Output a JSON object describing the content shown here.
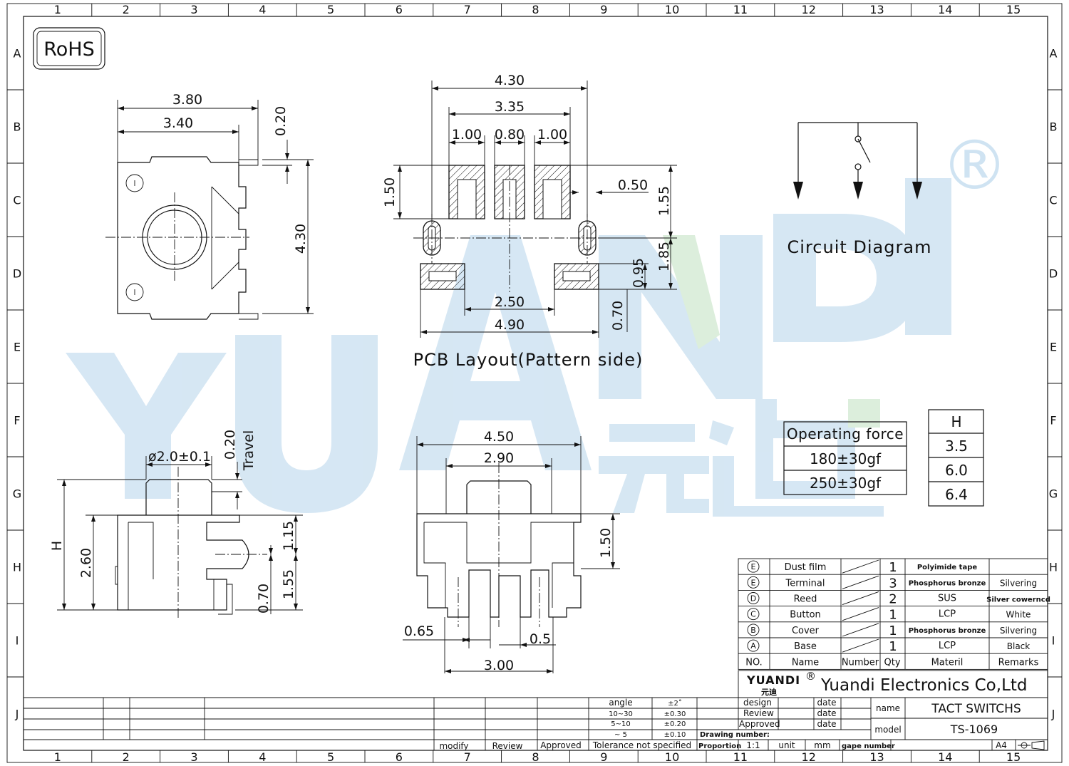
{
  "rohs": "RoHS",
  "registered_mark": "®",
  "watermark": {
    "latin": "YUANDI",
    "chinese": "元迪"
  },
  "border": {
    "col_labels": [
      "1",
      "2",
      "3",
      "4",
      "5",
      "6",
      "7",
      "8",
      "9",
      "10",
      "11",
      "12",
      "13",
      "14",
      "15"
    ],
    "row_labels": [
      "A",
      "B",
      "C",
      "D",
      "E",
      "F",
      "G",
      "H",
      "I",
      "J"
    ]
  },
  "top_view": {
    "width_outer": "3.80",
    "width_inner": "3.40",
    "pin_offset": "0.20",
    "height": "4.30"
  },
  "pcb_layout": {
    "title": "PCB Layout(Pattern side)",
    "overall": "4.30",
    "span": "3.35",
    "pad_w1": "1.00",
    "pad_gap": "0.80",
    "pad_w2": "1.00",
    "pad_h": "1.50",
    "slot_w": "0.50",
    "pad_to_center": "1.55",
    "center_to_lower": "1.85",
    "lower_h": "0.95",
    "lower_gap": "2.50",
    "lower_span": "4.90",
    "lower_pad_h": "0.70"
  },
  "circuit": {
    "title": "Circuit Diagram"
  },
  "side_view": {
    "button_dia": "ø2.0±0.1",
    "travel_val": "0.20",
    "travel_label": "Travel",
    "H": "H",
    "body_h": "2.60",
    "d1": "1.15",
    "d2": "1.55",
    "d3": "0.70"
  },
  "front_view": {
    "width": "4.50",
    "button_w": "2.90",
    "height": "1.50",
    "pin_w": "0.65",
    "pin_gap": "0.5",
    "pin_span": "3.00"
  },
  "operating_force": {
    "header": "Operating force",
    "values": [
      "180±30gf",
      "250±30gf"
    ]
  },
  "height_table": {
    "header": "H",
    "values": [
      "3.5",
      "6.0",
      "6.4"
    ]
  },
  "bom": {
    "rows": [
      {
        "no": "E",
        "name": "Dust film",
        "number": "1",
        "materil": "Polyimide tape",
        "remarks": ""
      },
      {
        "no": "E",
        "name": "Terminal",
        "number": "3",
        "materil": "Phosphorus bronze",
        "remarks": "Silvering"
      },
      {
        "no": "D",
        "name": "Reed",
        "number": "2",
        "materil": "SUS",
        "remarks": "Silver cowerncd"
      },
      {
        "no": "C",
        "name": "Button",
        "number": "1",
        "materil": "LCP",
        "remarks": "White"
      },
      {
        "no": "B",
        "name": "Cover",
        "number": "1",
        "materil": "Phosphorus bronze",
        "remarks": "Silvering"
      },
      {
        "no": "A",
        "name": "Base",
        "number": "1",
        "materil": "LCP",
        "remarks": "Black"
      }
    ],
    "headers": {
      "no": "NO.",
      "name": "Name",
      "number": "Number",
      "qty": "Qty",
      "materil": "Materil",
      "remarks": "Remarks"
    }
  },
  "title_block": {
    "logo": "YUANDI",
    "logo_cn": "元迪",
    "company": "Yuandi Electronics Co,Ltd",
    "design": "design",
    "review": "Review",
    "approved": "Approved",
    "date": "date",
    "name_label": "name",
    "name_value": "TACT  SWITCHS",
    "model_label": "model",
    "model_value": "TS-1069",
    "drawing_number": "Drawing number:",
    "proportion": "Proportion",
    "proportion_value": "1:1",
    "unit": "unit",
    "unit_value": "mm",
    "gape_number": "gape number",
    "paper": "A4",
    "tolerances": [
      {
        "range": "angle",
        "tol": "±2˚"
      },
      {
        "range": "10~30",
        "tol": "±0.30"
      },
      {
        "range": "5~10",
        "tol": "±0.20"
      },
      {
        "range": "~ 5",
        "tol": "±0.10"
      }
    ],
    "tolerance_note": "Tolerance  not  specified",
    "modify": "modify",
    "review_col": "Review",
    "approved_col": "Approved"
  }
}
